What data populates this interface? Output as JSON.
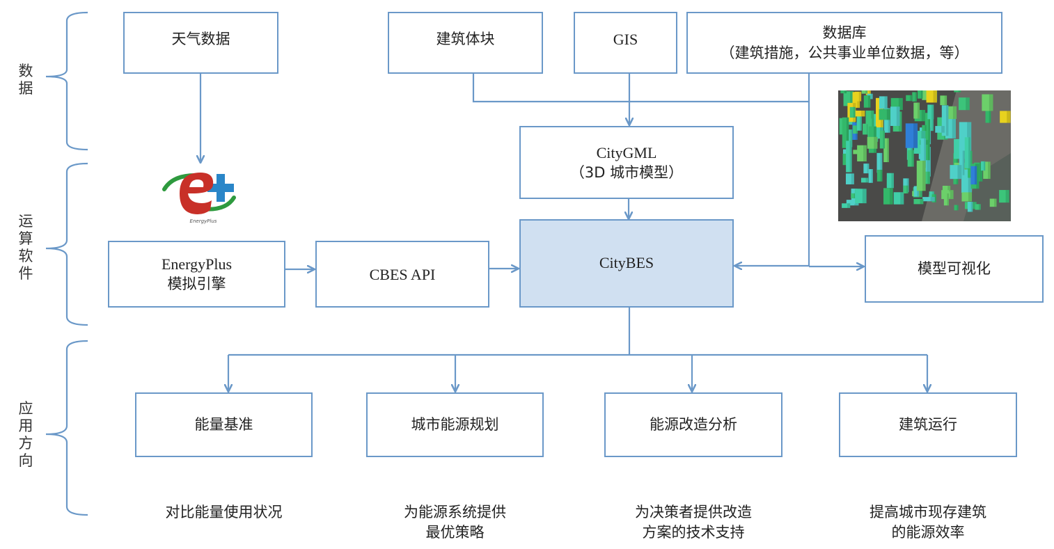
{
  "colors": {
    "line": "#6a98c8",
    "highlight_fill": "#d0e0f1",
    "text": "#222222"
  },
  "sections": [
    {
      "id": "data",
      "label": "数据"
    },
    {
      "id": "software",
      "label": "运算软件"
    },
    {
      "id": "application",
      "label": "应用方向"
    }
  ],
  "nodes": {
    "weather": {
      "line1": "天气数据"
    },
    "building_blocks": {
      "line1": "建筑体块"
    },
    "gis": {
      "line1": "GIS"
    },
    "database": {
      "line1": "数据库",
      "line2": "（建筑措施，公共事业单位数据，等）"
    },
    "citygml": {
      "line1": "CityGML",
      "line2": "（3D 城市模型）"
    },
    "energyplus": {
      "line1": "EnergyPlus",
      "line2": "模拟引擎"
    },
    "cbes_api": {
      "line1": "CBES API"
    },
    "citybes": {
      "line1": "CityBES"
    },
    "visualization": {
      "line1": "模型可视化"
    },
    "benchmark": {
      "line1": "能量基准"
    },
    "urban_planning": {
      "line1": "城市能源规划"
    },
    "retrofit": {
      "line1": "能源改造分析"
    },
    "operation": {
      "line1": "建筑运行"
    }
  },
  "descriptions": [
    {
      "line1": "对比能量使用状况",
      "line2": ""
    },
    {
      "line1": "为能源系统提供",
      "line2": "最优策略"
    },
    {
      "line1": "为决策者提供改造",
      "line2": "方案的技术支持"
    },
    {
      "line1": "提高城市现存建筑",
      "line2": "的能源效率"
    }
  ],
  "images": {
    "energyplus_logo": {
      "caption": "EnergyPlus",
      "icon": "energyplus-logo"
    },
    "city_model": {
      "icon": "3d-city-visualization"
    }
  },
  "edges": [
    {
      "from": "weather",
      "to": "energyplus_logo"
    },
    {
      "from": "building_blocks",
      "to": "citygml"
    },
    {
      "from": "gis",
      "to": "citygml"
    },
    {
      "from": "database",
      "to": "citygml"
    },
    {
      "from": "citygml",
      "to": "citybes"
    },
    {
      "from": "energyplus",
      "to": "cbes_api"
    },
    {
      "from": "cbes_api",
      "to": "citybes"
    },
    {
      "from": "database",
      "to": "citybes"
    },
    {
      "from": "database",
      "to": "visualization"
    },
    {
      "from": "citybes",
      "to": "benchmark"
    },
    {
      "from": "citybes",
      "to": "urban_planning"
    },
    {
      "from": "citybes",
      "to": "retrofit"
    },
    {
      "from": "citybes",
      "to": "operation"
    }
  ]
}
